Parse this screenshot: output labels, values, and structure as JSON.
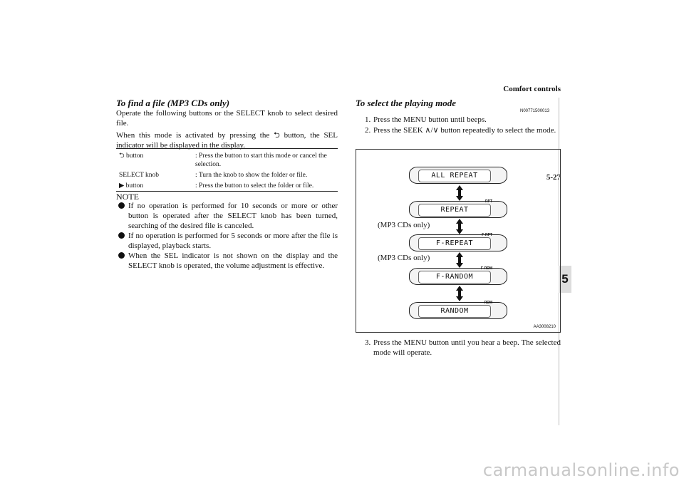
{
  "header": {
    "title": "Comfort controls",
    "page_number": "5-27",
    "chapter": "5"
  },
  "left": {
    "heading": "To find a file (MP3 CDs only)",
    "para1": "Operate the following buttons or the SELECT knob to select desired file.",
    "para2": "When this mode is activated by pressing the ⮌ button, the SEL indicator will be displayed in the display.",
    "table": [
      {
        "control": "⮌ button",
        "description": ": Press the button to start this mode or cancel the selection."
      },
      {
        "control": "SELECT knob",
        "description": ": Turn the knob to show the folder or file."
      },
      {
        "control": "▶ button",
        "description": ": Press the button to select the folder or file."
      }
    ],
    "note_label": "NOTE",
    "notes": [
      "If no operation is performed for 10 seconds or more or other button is operated after the SELECT knob has been turned, searching of the desired file is canceled.",
      "If no operation is performed for 5 seconds or more after the file is displayed, playback starts.",
      "When the SEL indicator is not shown on the display and the SELECT knob is operated, the volume adjustment is effective."
    ]
  },
  "right": {
    "heading": "To select the playing mode",
    "code": "N00771500013",
    "step1": "Press the MENU button until beeps.",
    "step1_num": "1.",
    "step2": "Press the SEEK ∧/∨ button repeatedly to select the mode.",
    "step2_num": "2.",
    "step3": "Press the MENU button until you hear a beep. The selected mode will operate.",
    "step3_num": "3.",
    "figure": {
      "code": "AA3008210",
      "modes": [
        {
          "label": "ALL REPEAT",
          "tag": ""
        },
        {
          "label": "REPEAT",
          "tag": "RPT"
        },
        {
          "label": "F-REPEAT",
          "tag": "F-RPT"
        },
        {
          "label": "F-RANDOM",
          "tag": "F-RDM"
        },
        {
          "label": "RANDOM",
          "tag": "RDM"
        }
      ],
      "mp3_note_1": "(MP3 CDs only)",
      "mp3_note_2": "(MP3 CDs only)"
    }
  },
  "watermark": "carmanualsonline.info"
}
